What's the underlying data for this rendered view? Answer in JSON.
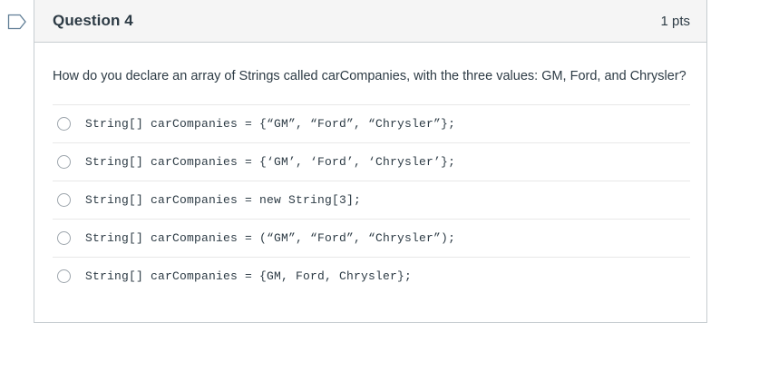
{
  "flag": {
    "icon": "flag-outline-icon"
  },
  "question": {
    "title": "Question 4",
    "points": "1 pts",
    "text": "How do you declare an array of Strings called carCompanies, with the three values: GM, Ford, and Chrysler?",
    "answers": [
      {
        "id": "option-a",
        "text": "String[] carCompanies = {“GM”, “Ford”, “Chrysler”};",
        "selected": false
      },
      {
        "id": "option-b",
        "text": "String[] carCompanies = {‘GM’, ‘Ford’, ‘Chrysler’};",
        "selected": false
      },
      {
        "id": "option-c",
        "text": "String[] carCompanies = new String[3];",
        "selected": false
      },
      {
        "id": "option-d",
        "text": "String[] carCompanies = (“GM”, “Ford”, “Chrysler”);",
        "selected": false
      },
      {
        "id": "option-e",
        "text": "String[] carCompanies = {GM, Ford, Chrysler};",
        "selected": false
      }
    ]
  },
  "colors": {
    "header_bg": "#f5f5f5",
    "border": "#c7cdd1",
    "text": "#2d3b45",
    "divider": "#e8e8e8",
    "radio_border": "#9ea6ad",
    "flag": "#5f7d95"
  }
}
